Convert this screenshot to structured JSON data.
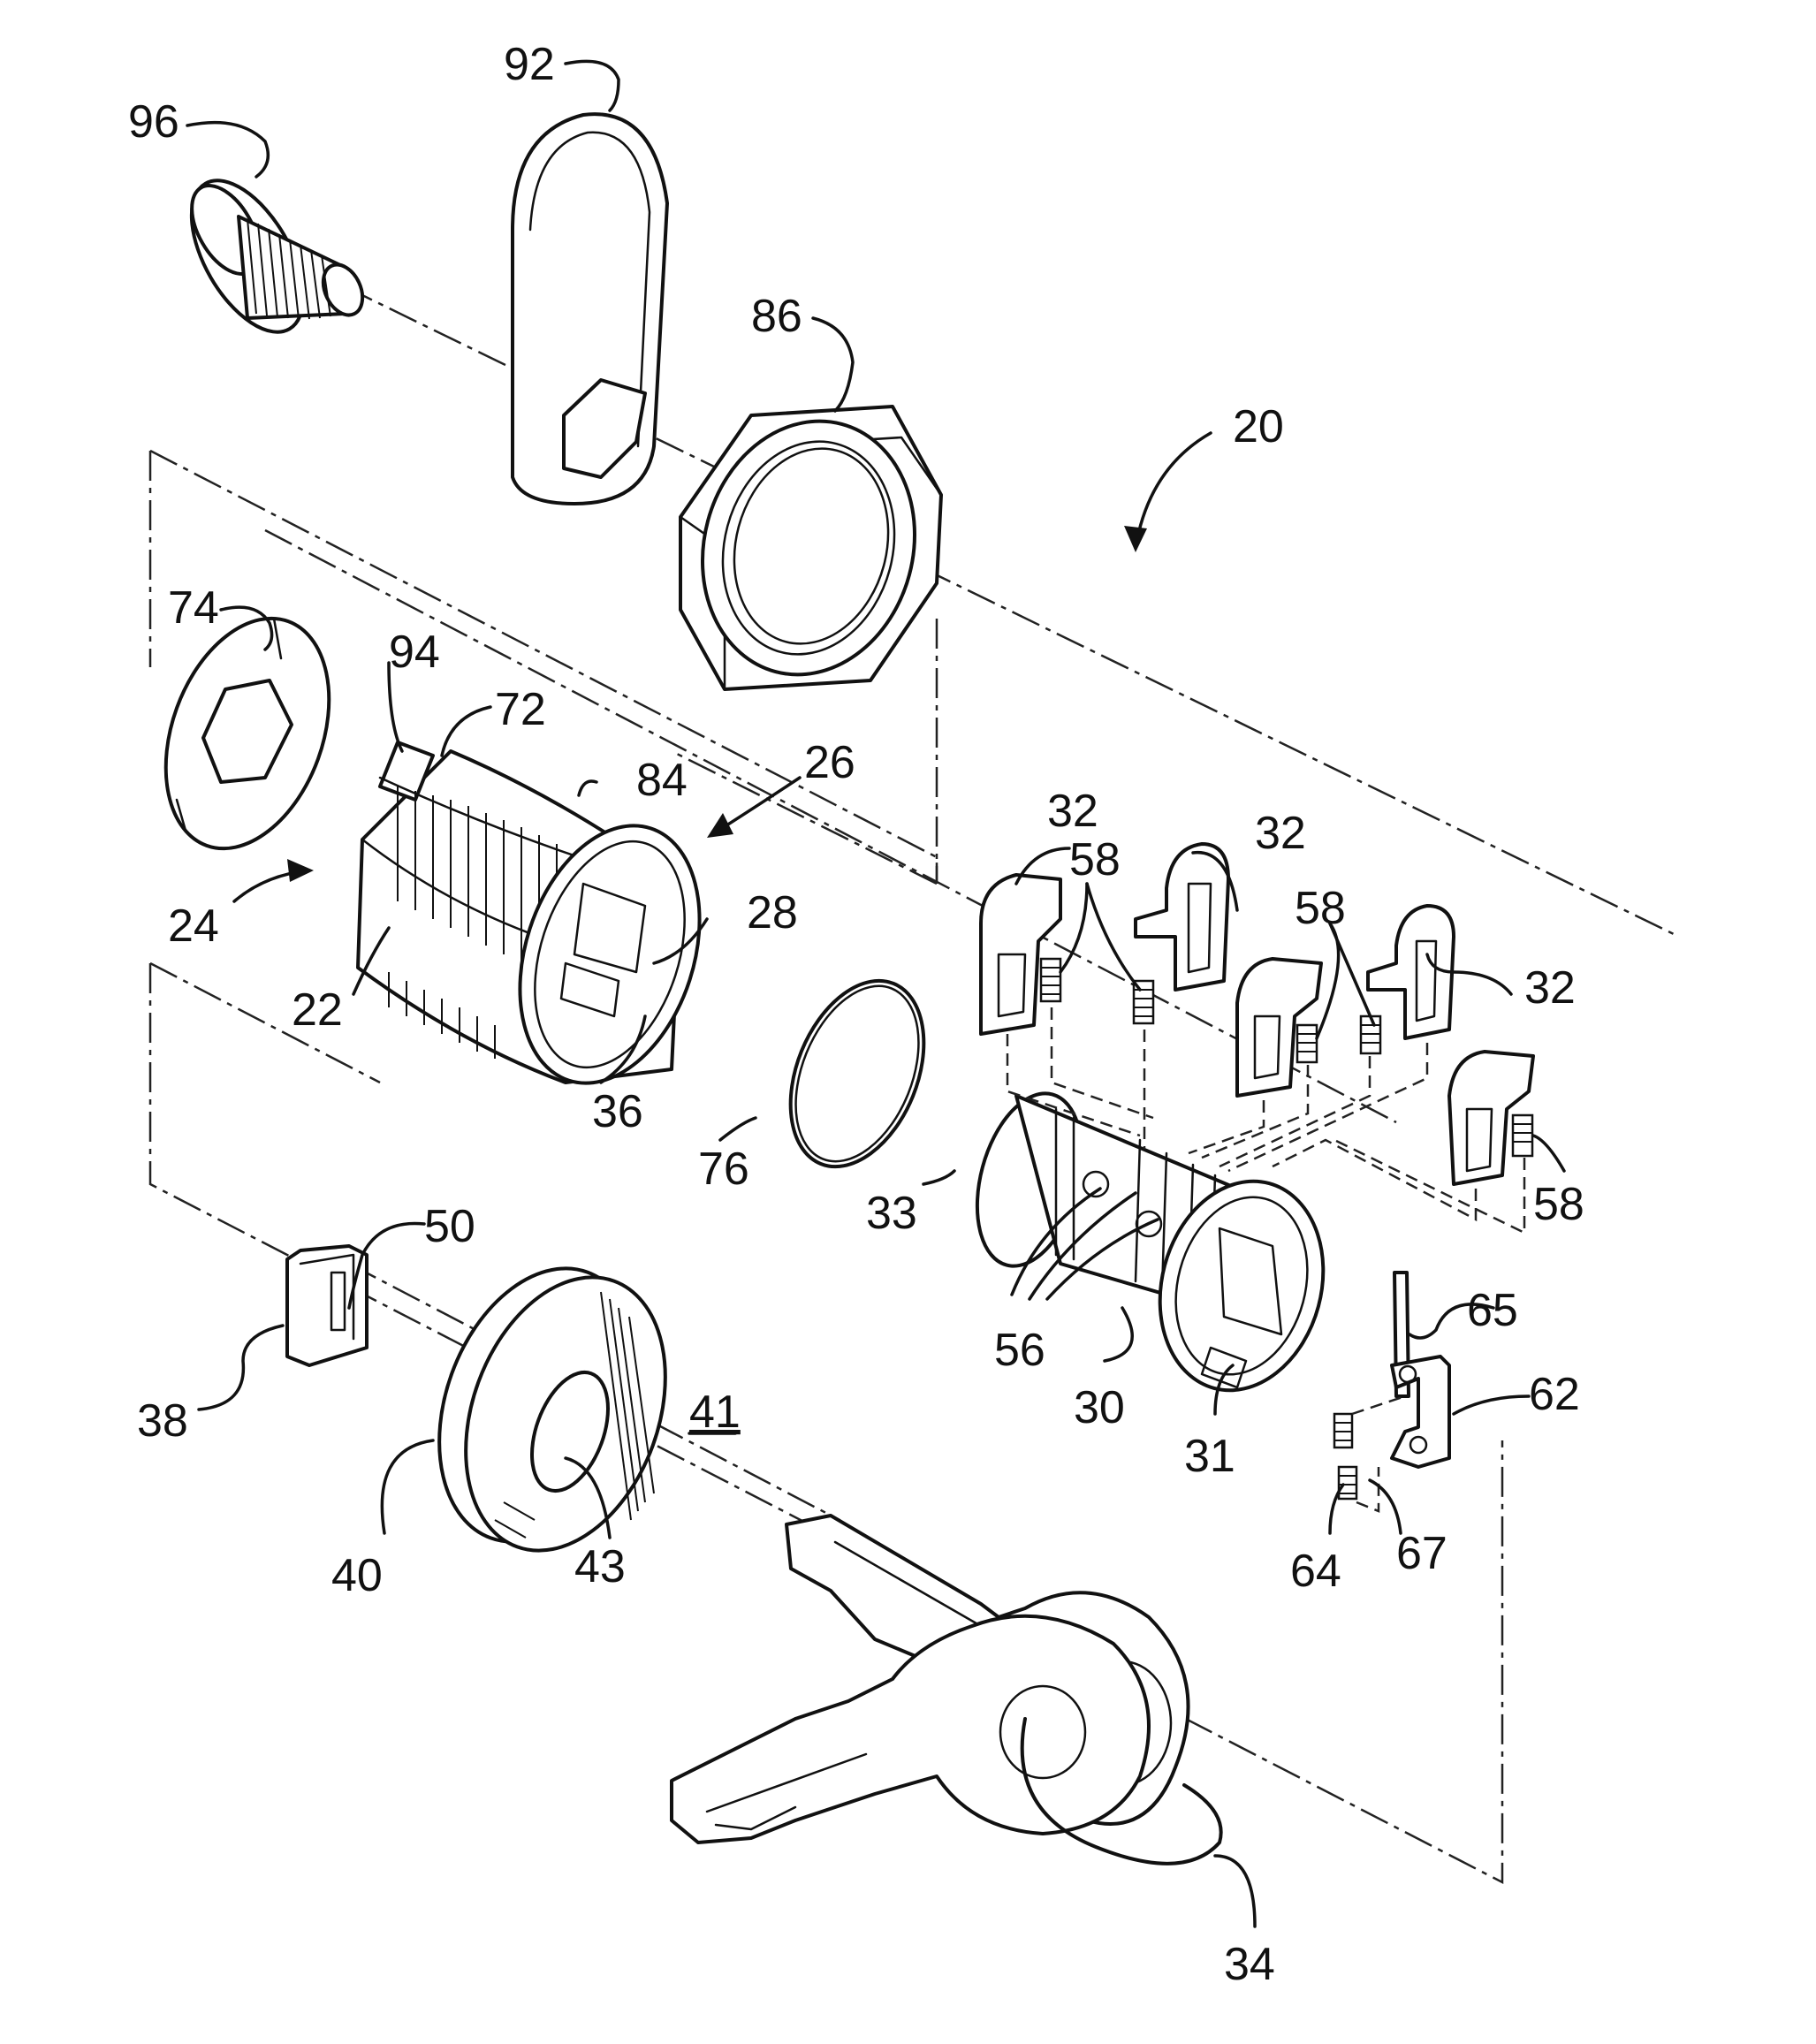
{
  "figure": {
    "labels": {
      "l96": "96",
      "l92": "92",
      "l86": "86",
      "l20": "20",
      "l74": "74",
      "l94": "94",
      "l72": "72",
      "l84": "84",
      "l26": "26",
      "l24": "24",
      "l28": "28",
      "l22": "22",
      "l36": "36",
      "l76": "76",
      "l32a": "32",
      "l32b": "32",
      "l32c": "32",
      "l58a": "58",
      "l58b": "58",
      "l58c": "58",
      "l33": "33",
      "l56": "56",
      "l30": "30",
      "l31": "31",
      "l65": "65",
      "l62": "62",
      "l67": "67",
      "l64": "64",
      "l50": "50",
      "l38": "38",
      "l41": "41",
      "l40": "40",
      "l43": "43",
      "l34": "34"
    }
  }
}
